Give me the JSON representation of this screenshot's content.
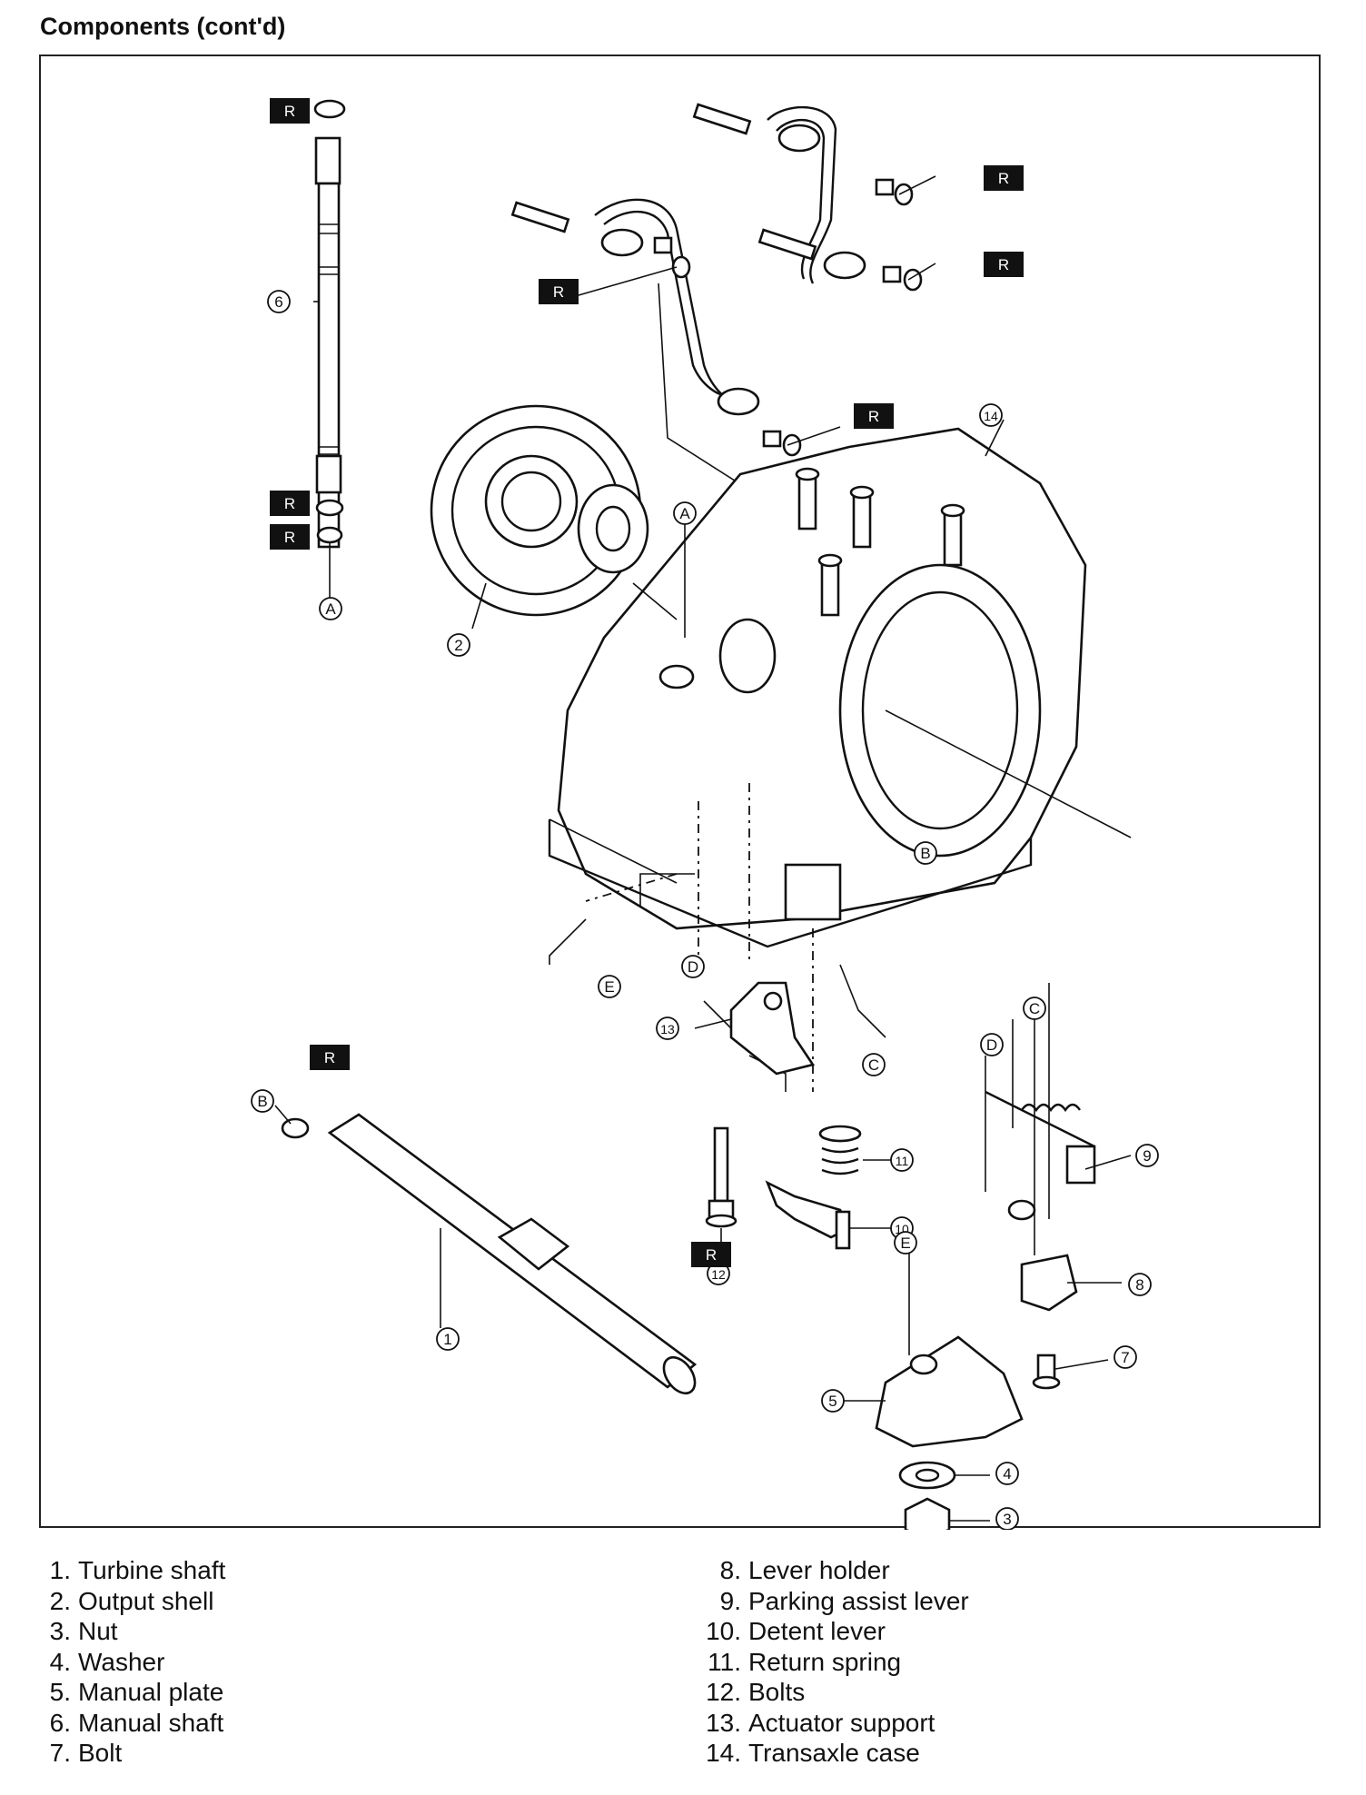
{
  "heading": "Components (cont'd)",
  "replace_tag": "R",
  "callout_numbers": [
    "1",
    "2",
    "3",
    "4",
    "5",
    "6",
    "7",
    "8",
    "9",
    "10",
    "11",
    "12",
    "13",
    "14"
  ],
  "reference_letters": [
    "A",
    "B",
    "C",
    "D",
    "E"
  ],
  "legend": [
    {
      "num": "1.",
      "label": "Turbine shaft"
    },
    {
      "num": "2.",
      "label": "Output shell"
    },
    {
      "num": "3.",
      "label": "Nut"
    },
    {
      "num": "4.",
      "label": "Washer"
    },
    {
      "num": "5.",
      "label": "Manual plate"
    },
    {
      "num": "6.",
      "label": "Manual shaft"
    },
    {
      "num": "7.",
      "label": "Bolt"
    },
    {
      "num": "8.",
      "label": "Lever holder"
    },
    {
      "num": "9.",
      "label": "Parking assist lever"
    },
    {
      "num": "10.",
      "label": "Detent lever"
    },
    {
      "num": "11.",
      "label": "Return spring"
    },
    {
      "num": "12.",
      "label": "Bolts"
    },
    {
      "num": "13.",
      "label": "Actuator support"
    },
    {
      "num": "14.",
      "label": "Transaxle case"
    }
  ]
}
